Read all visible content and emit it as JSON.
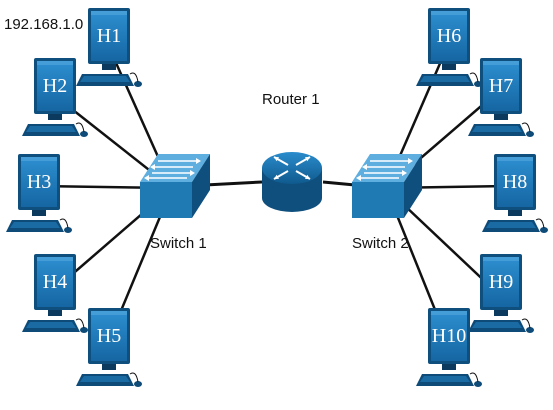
{
  "network_label": "192.168.1.0",
  "colors": {
    "device_face": "#1f7ab4",
    "device_dark": "#0f4f7e",
    "device_light": "#5eaee0",
    "link": "#111111",
    "background": "#ffffff"
  },
  "router": {
    "label": "Router 1",
    "icon": "router-icon"
  },
  "switches": [
    {
      "id": "switch-1",
      "label": "Switch 1",
      "icon": "switch-icon"
    },
    {
      "id": "switch-2",
      "label": "Switch 2",
      "icon": "switch-icon"
    }
  ],
  "hosts": [
    {
      "label": "H1",
      "switch": "switch-1"
    },
    {
      "label": "H2",
      "switch": "switch-1"
    },
    {
      "label": "H3",
      "switch": "switch-1"
    },
    {
      "label": "H4",
      "switch": "switch-1"
    },
    {
      "label": "H5",
      "switch": "switch-1"
    },
    {
      "label": "H6",
      "switch": "switch-2"
    },
    {
      "label": "H7",
      "switch": "switch-2"
    },
    {
      "label": "H8",
      "switch": "switch-2"
    },
    {
      "label": "H9",
      "switch": "switch-2"
    },
    {
      "label": "H10",
      "switch": "switch-2"
    }
  ]
}
